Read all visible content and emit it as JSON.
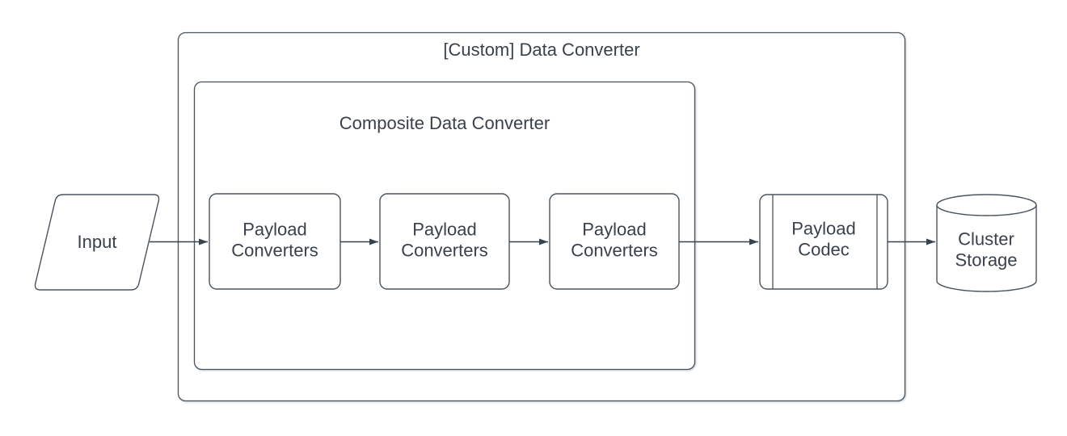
{
  "diagram": {
    "outer_container": {
      "title": "[Custom] Data Converter"
    },
    "composite_container": {
      "title": "Composite Data Converter"
    },
    "nodes": {
      "input": {
        "label": "Input",
        "shape": "parallelogram"
      },
      "payload_converter_1": {
        "label": "Payload Converters",
        "shape": "rounded-rectangle"
      },
      "payload_converter_2": {
        "label": "Payload Converters",
        "shape": "rounded-rectangle"
      },
      "payload_converter_3": {
        "label": "Payload Converters",
        "shape": "rounded-rectangle"
      },
      "payload_codec": {
        "label": "Payload Codec",
        "shape": "predefined-process"
      },
      "cluster_storage": {
        "label": "Cluster Storage",
        "shape": "cylinder"
      }
    },
    "edges": [
      {
        "from": "input",
        "to": "payload_converter_1"
      },
      {
        "from": "payload_converter_1",
        "to": "payload_converter_2"
      },
      {
        "from": "payload_converter_2",
        "to": "payload_converter_3"
      },
      {
        "from": "payload_converter_3",
        "to": "payload_codec"
      },
      {
        "from": "payload_codec",
        "to": "cluster_storage"
      }
    ],
    "colors": {
      "background": "#ffffff",
      "stroke": "#4a545e",
      "arrow": "#39434d",
      "text": "#39424c"
    }
  }
}
